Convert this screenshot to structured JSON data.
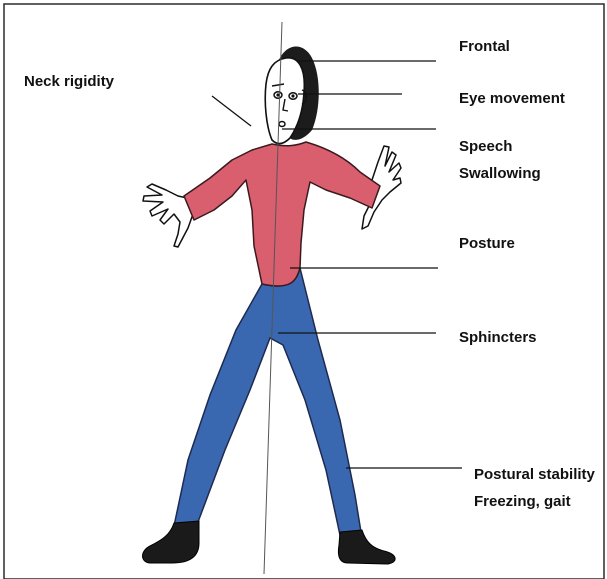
{
  "figure": {
    "labels": {
      "neck": "Neck rigidity",
      "frontal": "Frontal",
      "eye": "Eye movement",
      "speech": "Speech",
      "swallowing": "Swallowing",
      "posture": "Posture",
      "sphincters": "Sphincters",
      "postural_stability": "Postural stability",
      "freezing_gait": "Freezing, gait"
    },
    "colors": {
      "shirt": "#d95f6f",
      "trousers": "#3a68b0",
      "hair": "#1c1c1c",
      "shoes": "#1a1a1a",
      "lines": "#111111"
    }
  }
}
